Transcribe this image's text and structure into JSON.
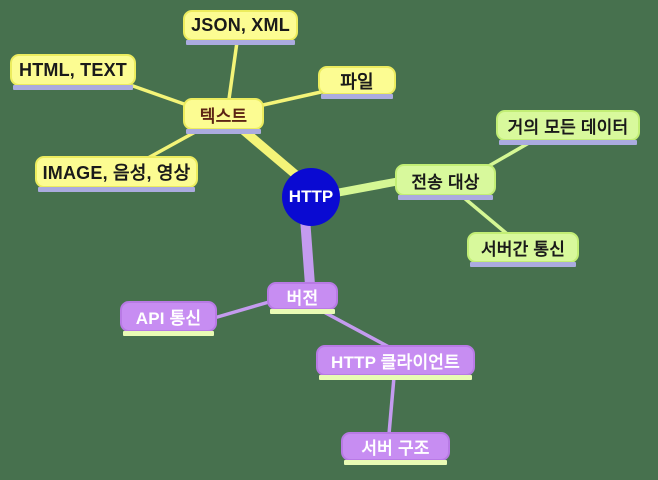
{
  "diagram": {
    "type": "mindmap",
    "topic": "HTTP"
  },
  "nodes": {
    "http": {
      "label": "HTTP"
    },
    "text": {
      "label": "텍스트"
    },
    "json_xml": {
      "label": "JSON, XML"
    },
    "html_text": {
      "label": "HTML, TEXT"
    },
    "file": {
      "label": "파일"
    },
    "image_audio_video": {
      "label": "IMAGE, 음성, 영상"
    },
    "transfer_target": {
      "label": "전송 대상"
    },
    "almost_all_data": {
      "label": "거의 모든 데이터"
    },
    "server_to_server": {
      "label": "서버간 통신"
    },
    "version": {
      "label": "버전"
    },
    "api_comm": {
      "label": "API 통신"
    },
    "http_client": {
      "label": "HTTP 클라이언트"
    },
    "server_structure": {
      "label": "서버 구조"
    }
  },
  "edges": [
    {
      "from": "HTTP",
      "to": "텍스트"
    },
    {
      "from": "HTTP",
      "to": "전송 대상"
    },
    {
      "from": "HTTP",
      "to": "버전"
    },
    {
      "from": "텍스트",
      "to": "JSON, XML"
    },
    {
      "from": "텍스트",
      "to": "HTML, TEXT"
    },
    {
      "from": "텍스트",
      "to": "파일"
    },
    {
      "from": "텍스트",
      "to": "IMAGE, 음성, 영상"
    },
    {
      "from": "전송 대상",
      "to": "거의 모든 데이터"
    },
    {
      "from": "전송 대상",
      "to": "서버간 통신"
    },
    {
      "from": "버전",
      "to": "API 통신"
    },
    {
      "from": "버전",
      "to": "HTTP 클라이언트"
    },
    {
      "from": "HTTP 클라이언트",
      "to": "서버 구조"
    }
  ],
  "colors": {
    "background": "#47714E",
    "root_blue": "#0A0AD2",
    "root_text": "#FFFFFF",
    "yellow_node": "#FCFC92",
    "yellow_border": "#ECEC5E",
    "yellow_line": "#F4F478",
    "green_node": "#D8F99C",
    "green_border": "#C2EE75",
    "green_line": "#D5F794",
    "purple_node": "#C78DF2",
    "purple_border": "#B87AE5",
    "purple_line": "#C49BEF",
    "lavender_bar": "#ABABDF",
    "lime_bar": "#E9FBB4",
    "dark_text": "#1A1A1A",
    "branch_text_red": "#5C2415"
  }
}
